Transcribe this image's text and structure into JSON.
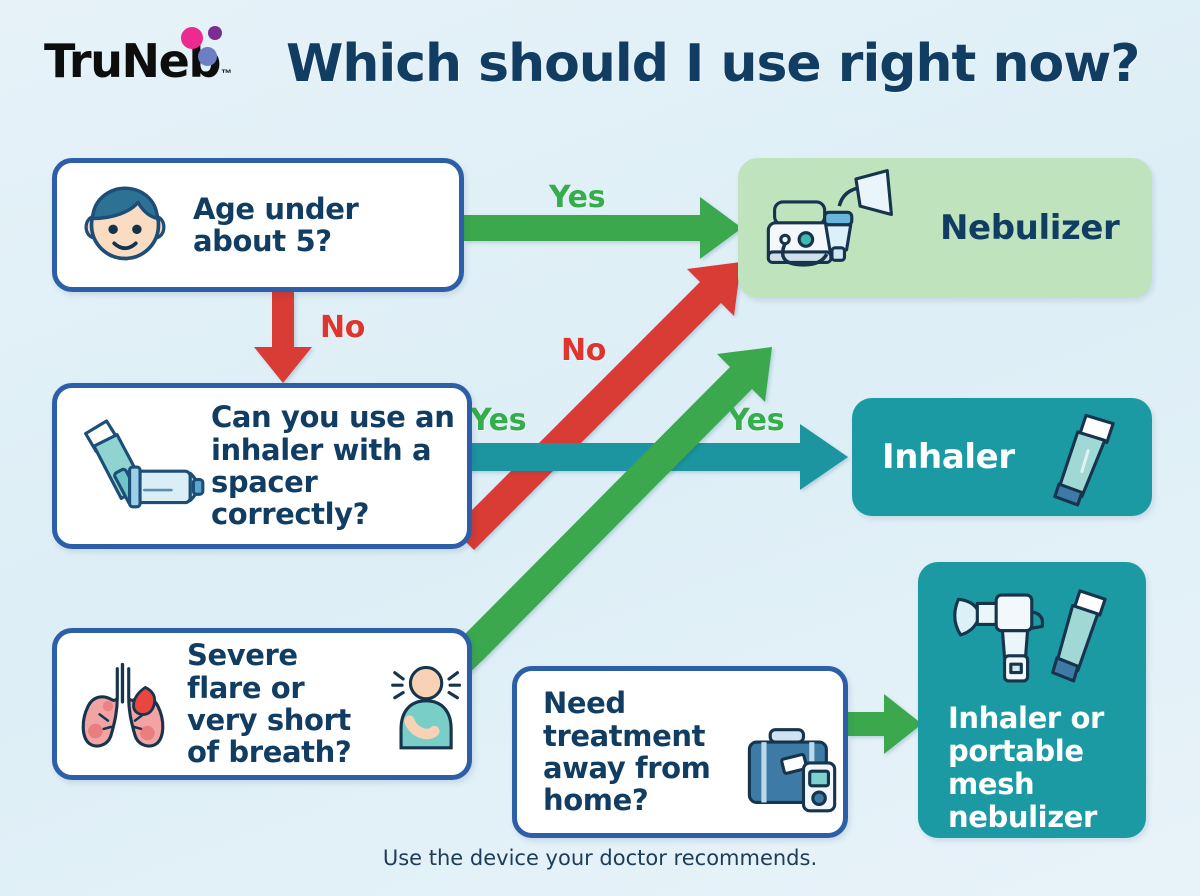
{
  "brand": {
    "name": "TruNeb",
    "tm": "™",
    "dot_colors": [
      "#ec2a8f",
      "#7b2d94",
      "#6e7ec4"
    ]
  },
  "header": {
    "title": "Which should I use right now?",
    "title_color": "#123d63"
  },
  "decisions": [
    {
      "id": "age",
      "text": "Age under about 5?",
      "icon": "child-face-icon"
    },
    {
      "id": "spacer",
      "text": "Can you use an inhaler with a spacer correctly?",
      "icon": "inhaler-spacer-icon"
    },
    {
      "id": "severe",
      "text": "Severe flare or very short of breath?",
      "icon": "lungs-icon",
      "icon2": "breathless-person-icon"
    },
    {
      "id": "away",
      "text": "Need treatment away from home?",
      "icon": "suitcase-icon"
    }
  ],
  "results": [
    {
      "id": "nebulizer",
      "text": "Nebulizer",
      "bg": "#bfe3bd",
      "fg": "#123d63",
      "icon": "nebulizer-machine-icon"
    },
    {
      "id": "inhaler",
      "text": "Inhaler",
      "bg": "#1c9aa3",
      "fg": "#ffffff",
      "icon": "inhaler-icon"
    },
    {
      "id": "mesh",
      "text": "Inhaler or portable mesh nebulizer",
      "bg": "#1c9aa3",
      "fg": "#ffffff",
      "icon": "mesh-nebulizer-inhaler-icon"
    }
  ],
  "arrows": [
    {
      "id": "age-yes",
      "label": "Yes",
      "color": "#3aa84e"
    },
    {
      "id": "age-no",
      "label": "No",
      "color": "#d93a34"
    },
    {
      "id": "spacer-no",
      "label": "No",
      "color": "#d93a34"
    },
    {
      "id": "spacer-yes",
      "label": "Yes",
      "color": "#1b95a0"
    },
    {
      "id": "severe-yes",
      "label": "Yes",
      "color": "#3aa84e"
    },
    {
      "id": "away-yes",
      "label": "",
      "color": "#3aa84e"
    }
  ],
  "labels": {
    "yes1": "Yes",
    "no1": "No",
    "no2": "No",
    "yes2": "Yes",
    "yes3": "Yes"
  },
  "footer": {
    "note": "Use the device your doctor recommends."
  }
}
